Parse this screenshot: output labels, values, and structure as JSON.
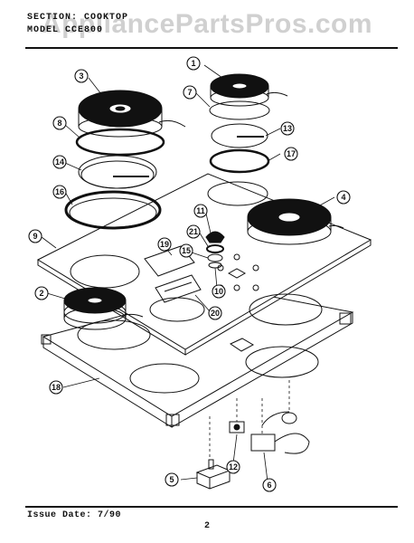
{
  "header": {
    "line1": "SECTION: COOKTOP",
    "line2": "MODEL  CCE800"
  },
  "watermark": "AppliancePartsPros.com",
  "footer": {
    "issue_date": "Issue Date: 7/90",
    "page_number": "2"
  },
  "callouts": {
    "c1": "1",
    "c2": "2",
    "c3": "3",
    "c4": "4",
    "c5": "5",
    "c6": "6",
    "c7": "7",
    "c8": "8",
    "c9": "9",
    "c10": "10",
    "c11": "11",
    "c12": "12",
    "c13": "13",
    "c14": "14",
    "c16": "16",
    "c17": "17",
    "c18": "18",
    "c19": "19",
    "c20": "20",
    "c21": "21",
    "c15": "15"
  }
}
